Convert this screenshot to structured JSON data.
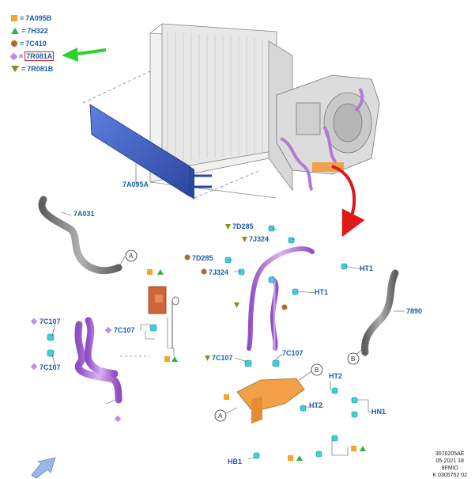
{
  "legend": [
    {
      "symbol": "square",
      "color": "#f5a623",
      "code": "7A095B",
      "highlighted": false
    },
    {
      "symbol": "triangle-up",
      "color": "#2fb24a",
      "code": "7H322",
      "highlighted": false
    },
    {
      "symbol": "circle",
      "color": "#b36a22",
      "code": "7C410",
      "highlighted": false
    },
    {
      "symbol": "diamond",
      "color": "#c08de0",
      "code": "7R081A",
      "highlighted": true
    },
    {
      "symbol": "triangle-down",
      "color": "#8c8c1e",
      "code": "7R081B",
      "highlighted": false
    }
  ],
  "equals": "=",
  "callouts": {
    "oil_cooler": "7A095A",
    "upper_hose": "7A031",
    "lower_hose": "7890",
    "clip_7c107_left_top": "7C107",
    "clip_7c107_left_bottom": "7C107",
    "clip_7c107_mid": "7C107",
    "clip_7c107_lower": "7C107",
    "clip_7c107_right": "7C107",
    "clip_7d285_top": "7D285",
    "clip_7j324_top": "7J324",
    "clip_7d285_mid": "7D285",
    "clip_7j324_mid": "7J324",
    "bolt_ht1_top": "HT1",
    "bolt_ht1_mid": "HT1",
    "bolt_ht2_top": "HT2",
    "bolt_ht2_low": "HT2",
    "bolt_hn1": "HN1",
    "bolt_hb1": "HB1"
  },
  "circle_refs": {
    "a_left": "A",
    "a_bottom": "A",
    "b_right": "B",
    "b_mid": "B"
  },
  "caption": [
    "3070205AE",
    "05-2021 18",
    "8FMID",
    "K 0305752 02"
  ],
  "colors": {
    "callout_text": "#1b5fa8",
    "cooler_blue": "#3a5fc0",
    "hose_purple": "#b07bd8",
    "bracket_orange": "#f2a04a",
    "valve_red": "#d0643a",
    "clip_cyan": "#3fd0d8",
    "hose_grey": "#7a7a7a",
    "arrow_red": "#e01818",
    "arrow_green": "#2ad12a",
    "nav_arrow_blue": "#9eb8e6"
  }
}
